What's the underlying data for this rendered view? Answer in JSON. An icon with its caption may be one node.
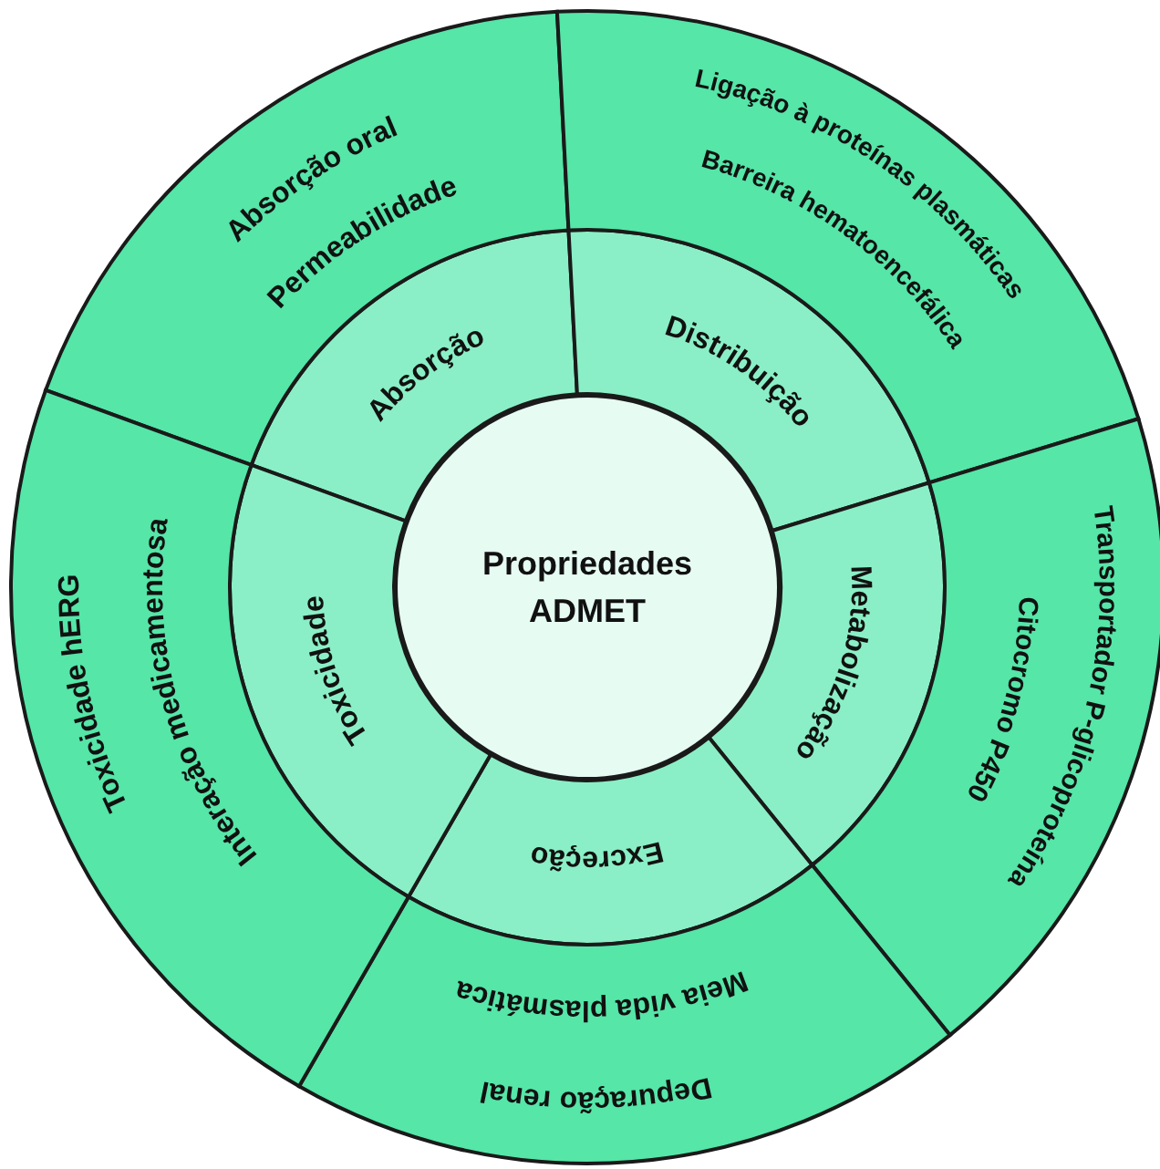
{
  "diagram": {
    "nodes": [
      {
        "text": [
          "Propriedades ADMET"
        ]
      },
      {
        "text": [
          "Absorção"
        ]
      },
      {
        "text": [
          "Distribuição"
        ]
      },
      {
        "text": [
          "Metabolização"
        ]
      },
      {
        "text": [
          "Excreção"
        ]
      },
      {
        "text": [
          "Toxicidade"
        ]
      },
      {
        "text": [
          "Absorção oral",
          "Permeabilidade"
        ]
      },
      {
        "text": [
          "Ligação à proteínas plasmáticas",
          "Barreira hematoencefálica"
        ]
      },
      {
        "text": [
          "Transportador P-glicoproteína",
          "Citocromo P450"
        ]
      },
      {
        "text": [
          "Meia vida plasmática",
          "Depuração renal"
        ]
      },
      {
        "text": [
          "Toxicidade hERG",
          "Interação medicamentosa"
        ]
      }
    ]
  }
}
